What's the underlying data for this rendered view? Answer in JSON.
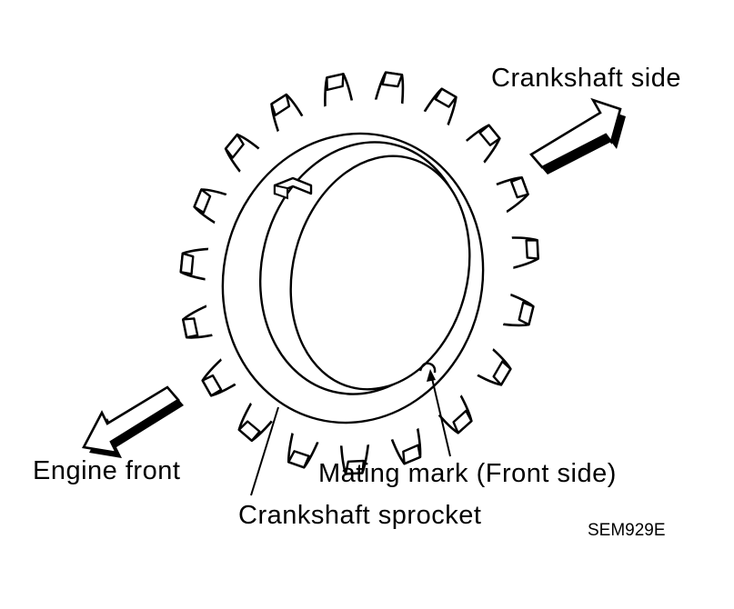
{
  "labels": {
    "crankshaft_side": "Crankshaft  side",
    "engine_front": "Engine  front",
    "mating_mark": "Mating  mark  (Front  side)",
    "crankshaft_sprocket": "Crankshaft  sprocket",
    "figure_code": "SEM929E"
  },
  "colors": {
    "ink": "#000000",
    "paper": "#ffffff"
  }
}
